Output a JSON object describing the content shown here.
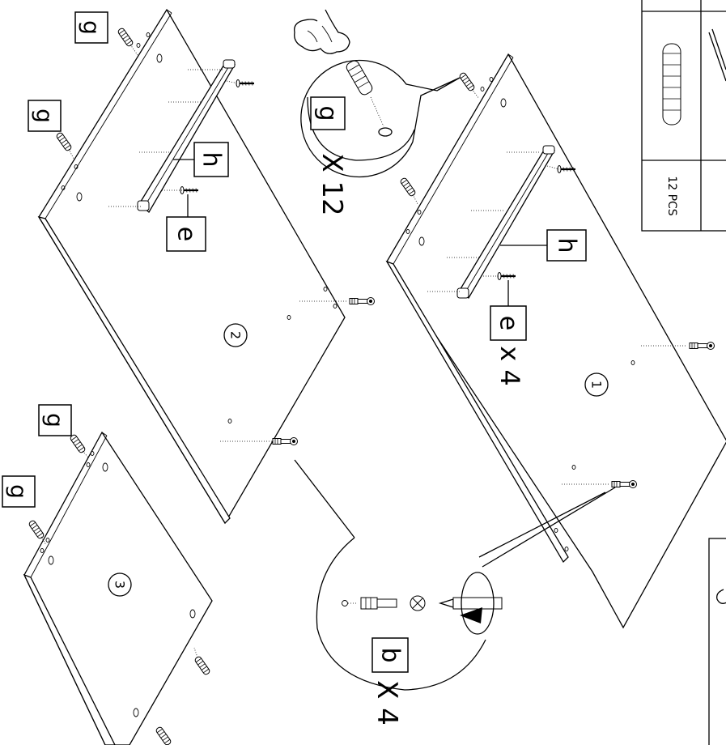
{
  "labels": {
    "g": "g",
    "h": "h",
    "e": "e",
    "b": "b"
  },
  "quantities": {
    "g_callout": "X 12",
    "e_panel1": "x 4",
    "b_callout": "X 4"
  },
  "panel_numbers": [
    "1",
    "2",
    "3"
  ],
  "parts_table": {
    "g_count": "12 PCS"
  }
}
